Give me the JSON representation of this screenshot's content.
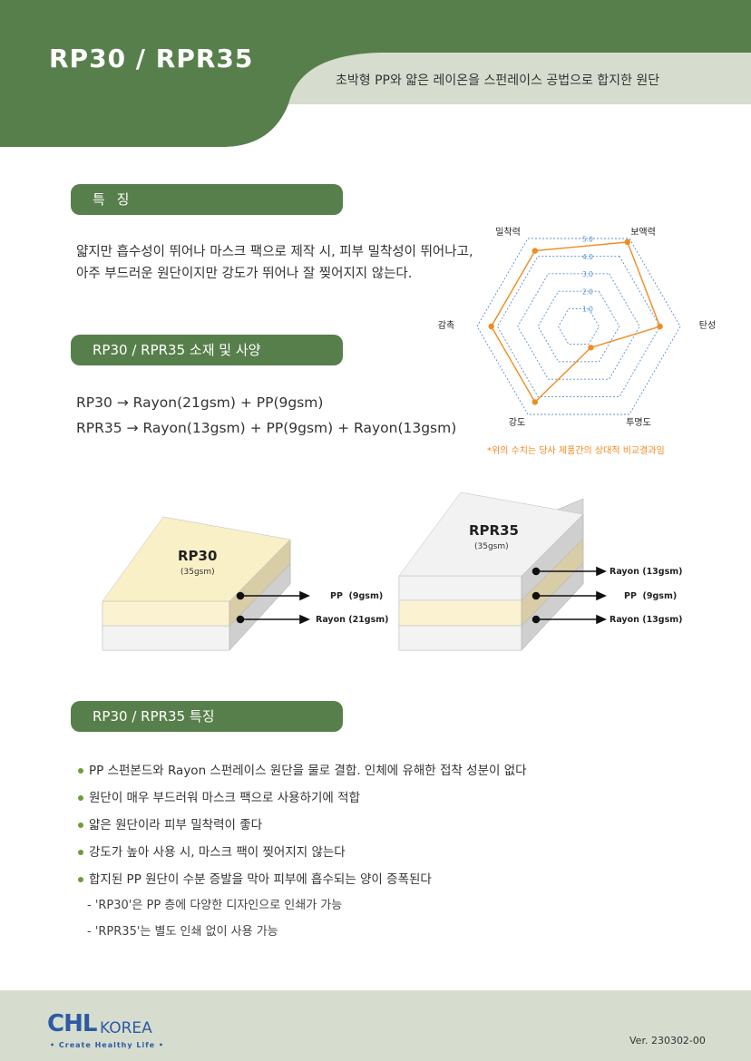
{
  "header": {
    "title": "RP30 / RPR35",
    "subtitle": "초박형 PP와 얇은 레이온을 스펀레이스 공법으로 합지한 원단"
  },
  "sections": {
    "features_title": "특    징",
    "features_lines": [
      "얇지만 흡수성이 뛰어나 마스크 팩으로 제작 시, 피부 밀착성이 뛰어나고,",
      "아주 부드러운 원단이지만 강도가 뛰어나 잘 찢어지지 않는다."
    ],
    "spec_title": "RP30 / RPR35 소재 및 사양",
    "spec_lines": [
      "RP30  →  Rayon(21gsm) + PP(9gsm)",
      "RPR35  →  Rayon(13gsm) + PP(9gsm) + Rayon(13gsm)"
    ],
    "traits_title": "RP30 / RPR35 특징",
    "traits": [
      "PP 스펀본드와 Rayon 스펀레이스 원단을 물로 결합. 인체에 유해한 접착 성분이 없다",
      "원단이 매우 부드러워 마스크 팩으로 사용하기에 적합",
      "얇은 원단이라 피부 밀착력이 좋다",
      "강도가 높아 사용 시, 마스크 팩이 찢어지지 않는다",
      "합지된 PP 원단이 수분 증발을 막아 피부에 흡수되는 양이 증폭된다"
    ],
    "sub_notes": [
      "- 'RP30'은 PP 층에 다양한 디자인으로 인쇄가 가능",
      "- 'RPR35'는 별도 인쇄 없이 사용 가능"
    ]
  },
  "chart_data": {
    "type": "radar",
    "axes": [
      "보액력",
      "탄성",
      "투명도",
      "강도",
      "감촉",
      "밀착력"
    ],
    "tick_labels": [
      "1.0",
      "2.0",
      "3.0",
      "4.0",
      "5.0"
    ],
    "range": [
      0,
      5
    ],
    "series": [
      {
        "values": [
          4.8,
          4.0,
          1.2,
          4.3,
          4.3,
          4.3
        ]
      }
    ],
    "note": "*위의 수치는 당사 제품간의 상대적 비교결과임",
    "color": "#f28a1e"
  },
  "diagrams": {
    "rp30": {
      "name": "RP30",
      "weight": "(35gsm)",
      "layers": [
        "PP  (9gsm)",
        "Rayon (21gsm)"
      ]
    },
    "rpr35": {
      "name": "RPR35",
      "weight": "(35gsm)",
      "layers": [
        "Rayon (13gsm)",
        "PP  (9gsm)",
        "Rayon (13gsm)"
      ]
    }
  },
  "footer": {
    "logo_main": "CHL",
    "logo_korea": "KOREA",
    "tagline": "• Create Healthy Life •",
    "version": "Ver. 230302-00"
  },
  "colors": {
    "brand_green": "#577f4b",
    "light_green": "#d6ddcf",
    "chart_orange": "#f28a1e",
    "grid_blue": "#5b8fd0"
  }
}
